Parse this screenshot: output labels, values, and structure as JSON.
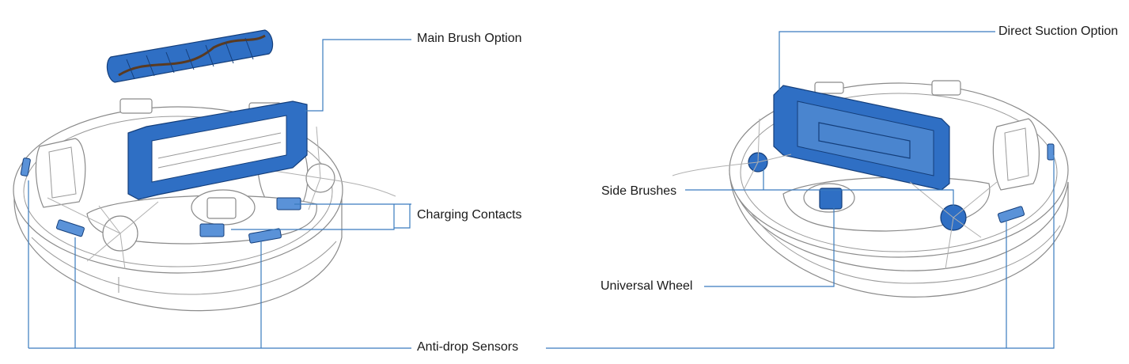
{
  "labels": {
    "main_brush": "Main Brush Option",
    "charging_contacts": "Charging Contacts",
    "anti_drop": "Anti-drop Sensors",
    "direct_suction": "Direct Suction Option",
    "side_brushes": "Side Brushes",
    "universal_wheel": "Universal Wheel"
  },
  "colors": {
    "accent": "#2f6fc4",
    "leader_line": "#3a7bbf",
    "outline": "#8a8a8a",
    "text": "#1a1a1a"
  }
}
